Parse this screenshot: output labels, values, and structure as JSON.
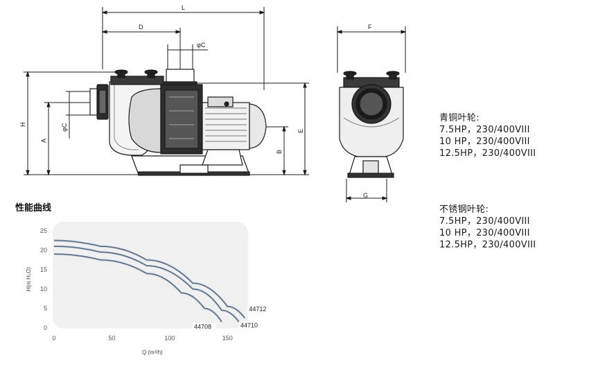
{
  "dimensions": {
    "L": "L",
    "D": "D",
    "F": "F",
    "phiC_top": "φC",
    "phiC_side": "φC",
    "H": "H",
    "A": "A",
    "B": "B",
    "E": "E",
    "G": "G"
  },
  "curve_section": {
    "title": "性能曲线"
  },
  "spec_bronze": {
    "heading": "青铜叶轮:",
    "lines": [
      "7.5HP，230/400VIII",
      "10 HP，230/400VIII",
      "12.5HP，230/400VIII"
    ]
  },
  "spec_steel": {
    "heading": "不锈钢叶轮:",
    "lines": [
      "7.5HP，230/400VIII",
      "10 HP，230/400VIII",
      "12.5HP，230/400VIII"
    ]
  },
  "chart_data": {
    "type": "line",
    "title": "",
    "xlabel": "Q (m³/h)",
    "ylabel": "H(m H₂O)",
    "xlim": [
      0,
      175
    ],
    "ylim": [
      0,
      25
    ],
    "x_ticks": [
      "0",
      "50",
      "100",
      "150"
    ],
    "y_ticks": [
      "0",
      "5",
      "10",
      "15",
      "20",
      "25"
    ],
    "grid": false,
    "series": [
      {
        "name": "44712",
        "x": [
          0,
          40,
          80,
          120,
          150,
          165
        ],
        "y": [
          22.5,
          21,
          17.5,
          11.5,
          5.5,
          2.5
        ]
      },
      {
        "name": "44710",
        "x": [
          0,
          40,
          80,
          120,
          145,
          160
        ],
        "y": [
          21,
          19.5,
          16,
          10,
          4.5,
          1.5
        ]
      },
      {
        "name": "44708",
        "x": [
          0,
          40,
          80,
          110,
          130,
          145
        ],
        "y": [
          19,
          17.5,
          14,
          9,
          5,
          1.5
        ]
      }
    ]
  },
  "colors": {
    "line": "#1a1a1a",
    "curve": "#8aa6c4",
    "chart_bg": "#ececec"
  }
}
